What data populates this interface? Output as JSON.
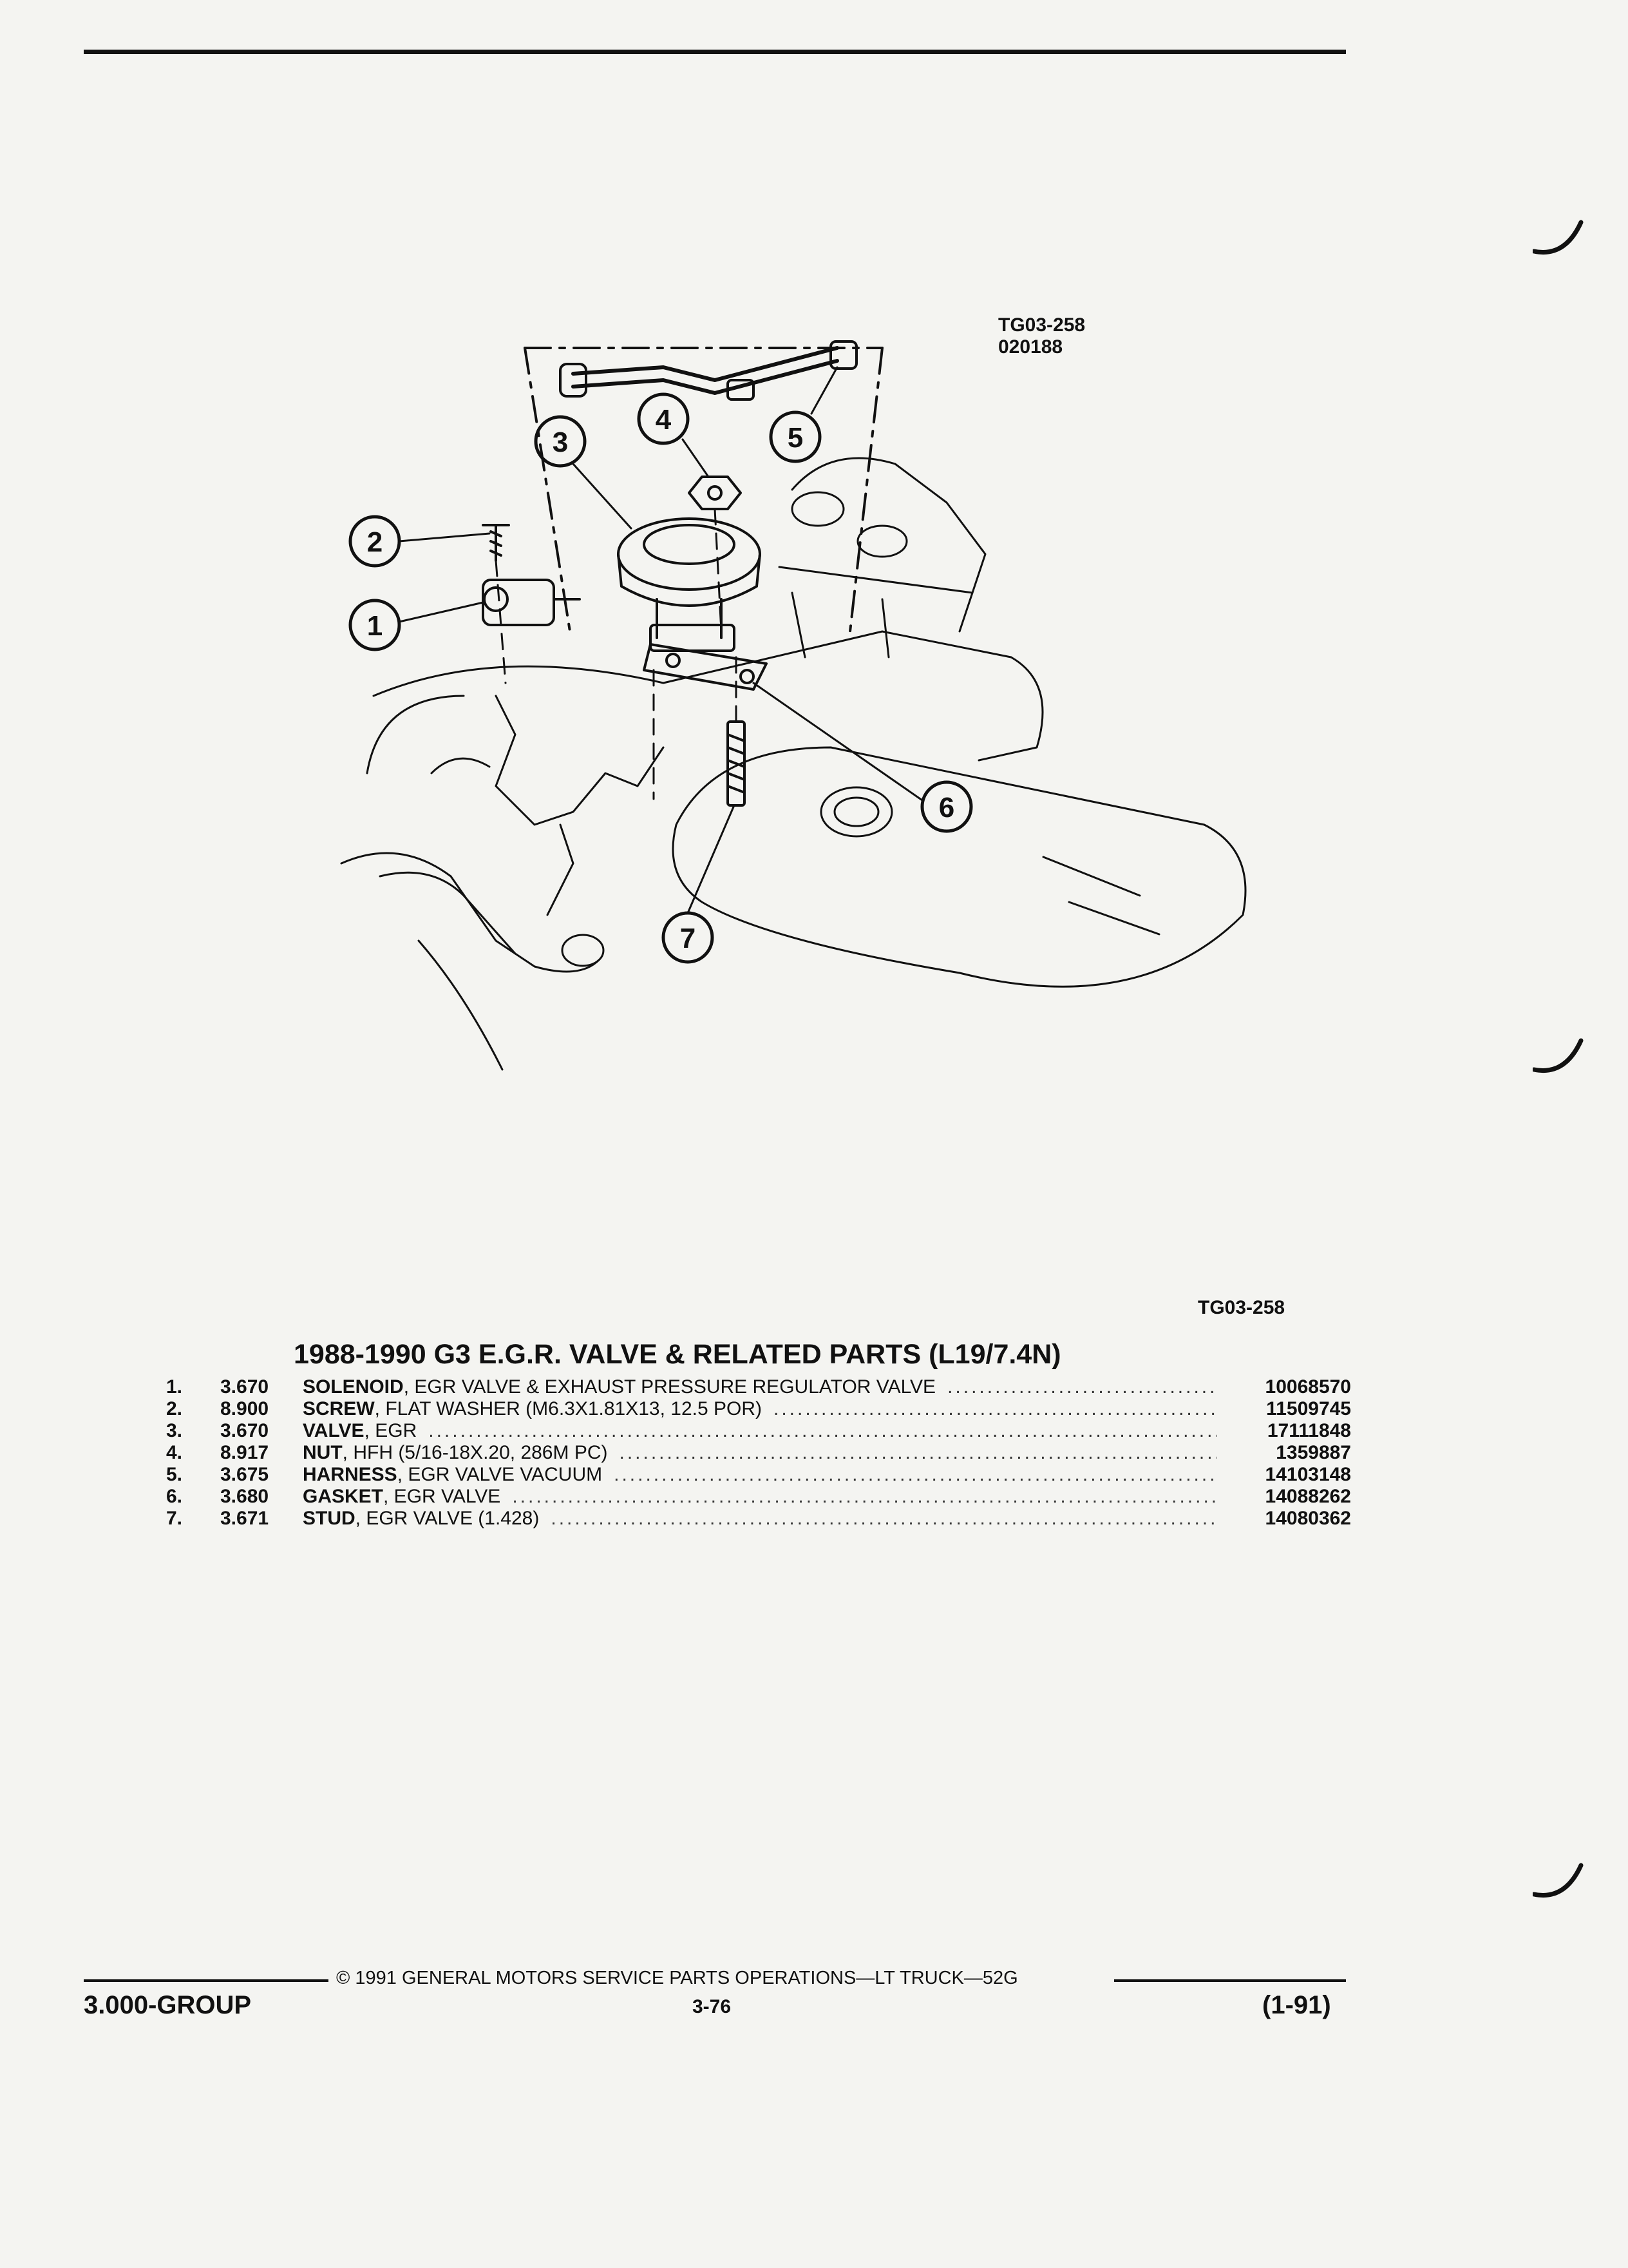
{
  "figure": {
    "id": "TG03-258",
    "date": "020188",
    "callouts": [
      "1",
      "2",
      "3",
      "4",
      "5",
      "6",
      "7"
    ]
  },
  "figure_ref": "TG03-258",
  "title": "1988-1990 G3 E.G.R. VALVE & RELATED PARTS (L19/7.4N)",
  "parts": [
    {
      "index": "1.",
      "code": "3.670",
      "name": "SOLENOID",
      "desc": ", EGR VALVE & EXHAUST PRESSURE REGULATOR VALVE",
      "part_number": "10068570"
    },
    {
      "index": "2.",
      "code": "8.900",
      "name": "SCREW",
      "desc": ", FLAT WASHER (M6.3X1.81X13, 12.5 POR)",
      "part_number": "11509745"
    },
    {
      "index": "3.",
      "code": "3.670",
      "name": "VALVE",
      "desc": ", EGR",
      "part_number": "17111848"
    },
    {
      "index": "4.",
      "code": "8.917",
      "name": "NUT",
      "desc": ", HFH (5/16-18X.20, 286M PC)",
      "part_number": "1359887"
    },
    {
      "index": "5.",
      "code": "3.675",
      "name": "HARNESS",
      "desc": ", EGR VALVE VACUUM",
      "part_number": "14103148"
    },
    {
      "index": "6.",
      "code": "3.680",
      "name": "GASKET",
      "desc": ", EGR VALVE",
      "part_number": "14088262"
    },
    {
      "index": "7.",
      "code": "3.671",
      "name": "STUD",
      "desc": ", EGR VALVE (1.428)",
      "part_number": "14080362"
    }
  ],
  "footer": {
    "copyright": "© 1991 GENERAL MOTORS SERVICE PARTS OPERATIONS—LT TRUCK—52G",
    "group": "3.000-GROUP",
    "page": "3-76",
    "edition": "(1-91)"
  }
}
